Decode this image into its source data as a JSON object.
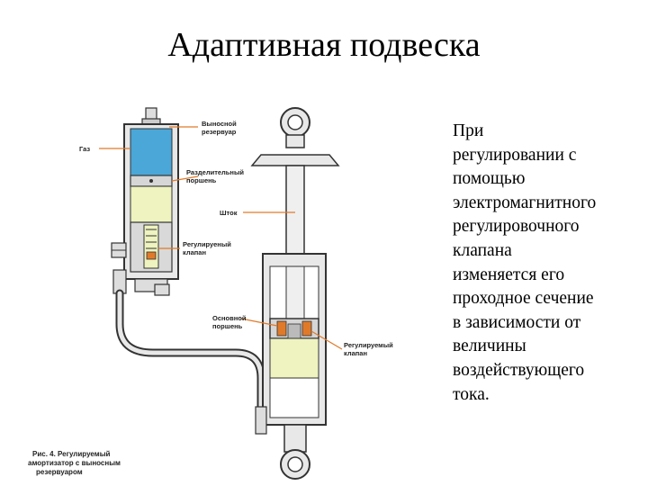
{
  "slide": {
    "title": "Адаптивная подвеска",
    "text_lines": [
      "При",
      "регулировании с",
      "помощью",
      "электромагнитного",
      "регулировочного",
      "клапана",
      "изменяется его",
      "проходное сечение",
      "в зависимости от",
      "величины",
      "воздействующего",
      "тока."
    ]
  },
  "diagram": {
    "labels": {
      "gas": "Газ",
      "remote_tank_1": "Выносной",
      "remote_tank_2": "резервуар",
      "separating_piston_1": "Разделительный",
      "separating_piston_2": "поршень",
      "rod": "Шток",
      "adj_valve_top_1": "Регулируеный",
      "adj_valve_top_2": "клапан",
      "main_piston_1": "Основной",
      "main_piston_2": "поршень",
      "adj_valve_bottom_1": "Регулируемый",
      "adj_valve_bottom_2": "клапан"
    },
    "caption": {
      "line1": "Рис. 4. Регулируемый",
      "line2": "амортизатор с выносным",
      "line3": "резервуаром"
    },
    "colors": {
      "gas": "#4aa7d8",
      "oil": "#eef3bf",
      "metal": "#e8e8e8",
      "outline": "#3a3a3a",
      "valve_accent": "#e07a2a"
    }
  }
}
